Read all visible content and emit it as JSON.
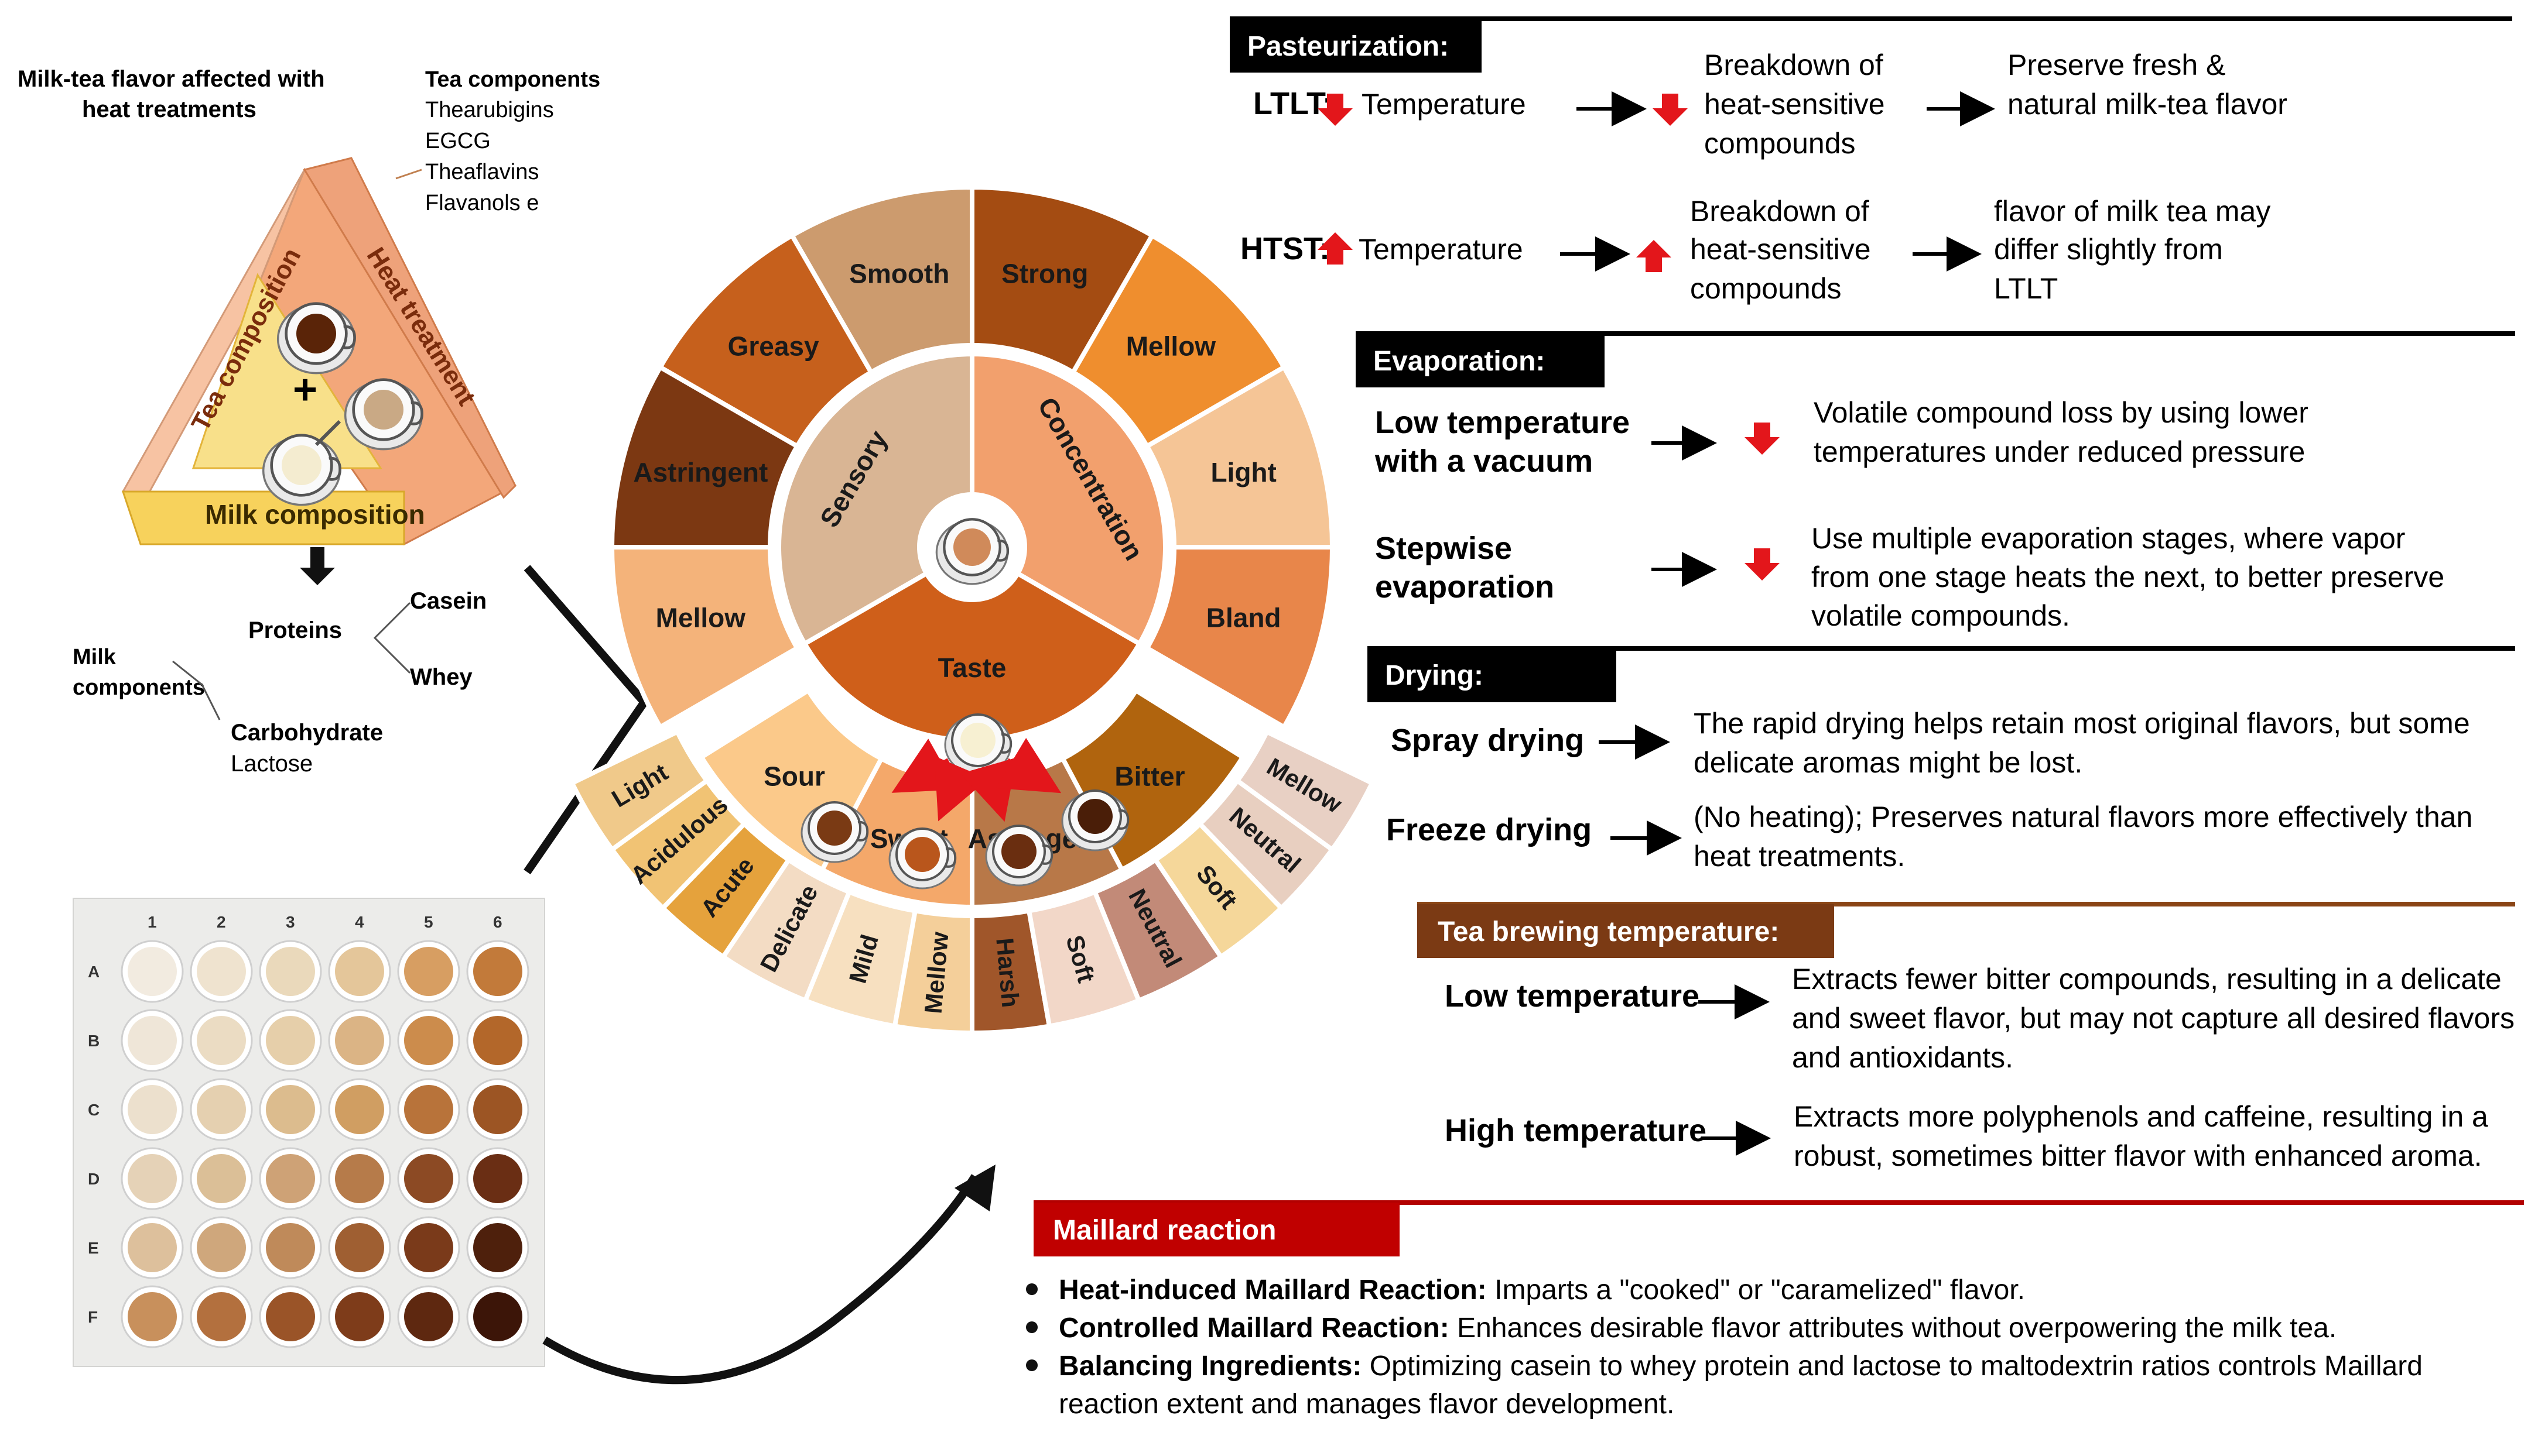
{
  "left": {
    "title_line1": "Milk-tea flavor affected with",
    "title_line2": "heat treatments",
    "tea_components_title": "Tea components",
    "tea_components": [
      "Thearubigins",
      "EGCG",
      "Theaflavins",
      "Flavanols e"
    ],
    "triangle": {
      "tea": "Tea composition",
      "heat": "Heat treatment",
      "milk": "Milk composition",
      "plus": "+"
    },
    "milk_components": {
      "label_line1": "Milk",
      "label_line2": "components",
      "proteins": "Proteins",
      "casein": "Casein",
      "whey": "Whey",
      "carbohydrate": "Carbohydrate",
      "lactose": "Lactose"
    },
    "photo": {
      "columns": [
        "1",
        "2",
        "3",
        "4",
        "5",
        "6"
      ],
      "rows": [
        "A",
        "B",
        "C",
        "D",
        "E",
        "F"
      ],
      "cup_colors": [
        [
          "#f2ebe0",
          "#efe3cf",
          "#ead9bb",
          "#e4c69a",
          "#d79e62",
          "#c27a3a"
        ],
        [
          "#efe6d8",
          "#ebdcc3",
          "#e6cfaa",
          "#dbb485",
          "#cc8c4c",
          "#b3672a"
        ],
        [
          "#ece0cd",
          "#e5d0b0",
          "#dcbc8e",
          "#d09e62",
          "#b8733a",
          "#9c5524"
        ],
        [
          "#e5d2b7",
          "#dbbf97",
          "#cea276",
          "#b67b4a",
          "#8c4a24",
          "#6a2e14"
        ],
        [
          "#ddc09c",
          "#cfa77c",
          "#bf8a5a",
          "#9f5f32",
          "#7a3a1a",
          "#4e200c"
        ],
        [
          "#c8905c",
          "#b3703e",
          "#9a5428",
          "#7e3c1a",
          "#5e2810",
          "#3c1508"
        ]
      ]
    }
  },
  "wheel": {
    "inner": [
      "Sensory",
      "Concentration",
      "Taste"
    ],
    "outer_top": [
      "Smooth",
      "Strong",
      "Greasy",
      "Mellow",
      "Astringent",
      "Light",
      "Mellow",
      "Bland"
    ],
    "bottom_mid": [
      "Sour",
      "Sweet",
      "Astringent",
      "Bitter"
    ],
    "bottom_outer": [
      "Light",
      "Acidulous",
      "Acute",
      "Delicate",
      "Mild",
      "Mellow",
      "Harsh",
      "Soft",
      "Neutral",
      "Soft",
      "Neutral",
      "Mellow"
    ]
  },
  "pasteurization": {
    "title": "Pasteurization:",
    "ltlt_label": "LTLT:",
    "ltlt_temp": "Temperature",
    "ltlt_mid": [
      "Breakdown of",
      "heat-sensitive",
      "compounds"
    ],
    "ltlt_result": [
      "Preserve fresh &",
      "natural milk-tea flavor"
    ],
    "htst_label": "HTST:",
    "htst_temp": "Temperature",
    "htst_mid": [
      "Breakdown of",
      "heat-sensitive",
      "compounds"
    ],
    "htst_result": [
      "flavor of milk tea may",
      "differ slightly from",
      "LTLT"
    ]
  },
  "evaporation": {
    "title": "Evaporation:",
    "low_label": [
      "Low temperature",
      "with a vacuum"
    ],
    "low_text": [
      "Volatile compound loss by using lower",
      "temperatures under reduced pressure"
    ],
    "step_label": [
      "Stepwise",
      "evaporation"
    ],
    "step_text": [
      "Use multiple evaporation stages, where vapor",
      "from one stage heats the next, to better preserve",
      "volatile compounds."
    ]
  },
  "drying": {
    "title": "Drying:",
    "spray_label": "Spray drying",
    "spray_text": [
      "The rapid drying helps retain most original flavors, but some",
      "delicate aromas might be lost."
    ],
    "freeze_label": "Freeze drying",
    "freeze_text": [
      "(No heating); Preserves natural flavors more effectively than",
      "heat treatments."
    ]
  },
  "brewing": {
    "title": "Tea brewing temperature:",
    "low_label": "Low temperature",
    "low_text": [
      "Extracts fewer bitter compounds, resulting in a delicate",
      "and sweet flavor, but may not capture all desired flavors",
      "and antioxidants."
    ],
    "high_label": "High temperature",
    "high_text": [
      "Extracts more polyphenols and caffeine, resulting in a",
      "robust, sometimes bitter flavor with enhanced aroma."
    ]
  },
  "maillard": {
    "title": "Maillard reaction",
    "items": [
      {
        "bold": "Heat-induced Maillard Reaction:",
        "text": " Imparts a \"cooked\" or \"caramelized\" flavor."
      },
      {
        "bold": "Controlled Maillard Reaction:",
        "text": " Enhances desirable flavor attributes without overpowering the milk tea."
      },
      {
        "bold": "Balancing Ingredients:",
        "text": " Optimizing casein to whey protein and lactose to maltodextrin ratios controls Maillard"
      },
      {
        "bold": "",
        "text": "reaction extent and manages flavor development."
      }
    ]
  },
  "colors": {
    "accent_red": "#e3161b",
    "header_black": "#000000",
    "header_brown": "#7b3a14",
    "header_red": "#c00000",
    "divider_brown": "#8a4516",
    "divider_red": "#b30000"
  }
}
